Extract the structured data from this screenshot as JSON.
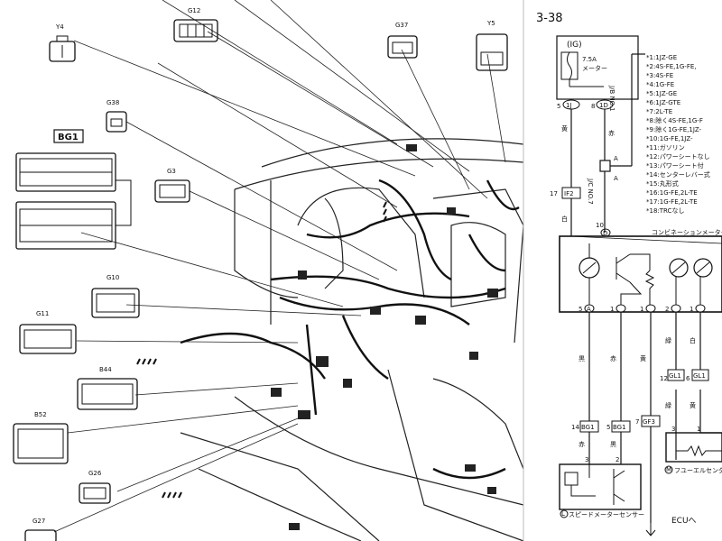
{
  "page_number": "3-38",
  "connectors": {
    "y4": "Y4",
    "g12": "G12",
    "g37": "G37",
    "y5": "Y5",
    "g38": "G38",
    "bg1": "BG1",
    "g3": "G3",
    "g10": "G10",
    "g11": "G11",
    "b44": "B44",
    "b52": "B52",
    "g26": "G26",
    "g27": "G27"
  },
  "schematic": {
    "ig_box": "(IG)",
    "fuse": "7.5A",
    "fuse_sub": "メーター",
    "jb_label": "J/B NO.1",
    "jc_label": "J/C NO.7",
    "pin_1j": "1J",
    "pin_1d": "1D",
    "pin_5": "5",
    "pin_8": "8",
    "pin_a": "A",
    "pin_17": "17",
    "pin_ife2": "IF2",
    "pin_10": "10",
    "pin_10d": "D",
    "meter_title": "コンビネーションメーター",
    "pin_5a": "5",
    "pin_1b": "1",
    "pin_1a": "1",
    "pin_2c": "2",
    "pin_1c": "1",
    "pin_12": "12",
    "pin_gl1a": "GL1",
    "pin_6": "6",
    "pin_gl1b": "GL1",
    "pin_14": "14",
    "pin_bg1a": "BG1",
    "pin_5b": "5",
    "pin_bg1b": "BG1",
    "pin_7": "7",
    "pin_gf3": "GF3",
    "pin_3a": "3",
    "pin_2a": "2",
    "pin_3b": "3",
    "pin_1d2": "1",
    "sensor_label": "スピードメーターセンサー",
    "fuel_label": "フユーエルセンダゲージ",
    "ecu_label": "ECUへ",
    "sensor_mark": "L",
    "fuel_mark": "M",
    "notes": [
      "*1:1JZ-GE",
      "*2:4S-FE,1G-FE,",
      "*3:4S-FE",
      "*4:1G-FE",
      "*5:1JZ-GE",
      "*6:1JZ-GTE",
      "*7:2L-TE",
      "*8:除く4S-FE,1G-F",
      "*9:除く1G-FE,1JZ-",
      "*10:1G-FE,1JZ-",
      "*11:ガソリン",
      "*12:パワーシートなし",
      "*13:パワーシート付",
      "*14:センターレバー式",
      "*15:丸形式",
      "*16:1G-FE,2L-TE",
      "*17:1G-FE,2L-TE",
      "*18:TRCなし"
    ]
  },
  "wire_labels": [
    "黄",
    "赤",
    "白",
    "黒",
    "赤",
    "黄",
    "緑",
    "白",
    "赤",
    "黒",
    "緑",
    "黄"
  ]
}
